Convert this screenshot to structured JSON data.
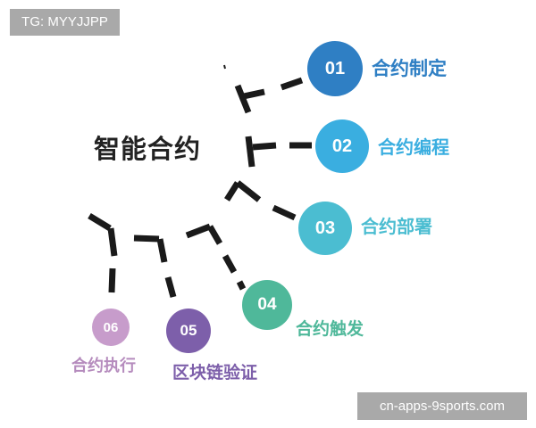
{
  "watermarks": {
    "top_left": "TG: MYYJJPP",
    "bottom_right": "cn-apps-9sports.com"
  },
  "title": "智能合约",
  "colors": {
    "branch": "#1a1a1a",
    "node_01": "#2f7fc4",
    "node_02": "#3aaee0",
    "node_03": "#4bbdd1",
    "node_04": "#4fb89a",
    "node_05": "#7d5faa",
    "node_06": "#c79ccb"
  },
  "nodes": [
    {
      "number": "01",
      "label": "合约制定",
      "color": "#2f7fc4",
      "label_color": "#2f7fc4"
    },
    {
      "number": "02",
      "label": "合约编程",
      "color": "#3aaee0",
      "label_color": "#3aaee0"
    },
    {
      "number": "03",
      "label": "合约部署",
      "color": "#4bbdd1",
      "label_color": "#4bbdd1"
    },
    {
      "number": "04",
      "label": "合约触发",
      "color": "#4fb89a",
      "label_color": "#4fb89a"
    },
    {
      "number": "05",
      "label": "区块链验证",
      "color": "#7d5faa",
      "label_color": "#7d5faa"
    },
    {
      "number": "06",
      "label": "合约执行",
      "color": "#c79ccb",
      "label_color": "#b58bbd"
    }
  ]
}
